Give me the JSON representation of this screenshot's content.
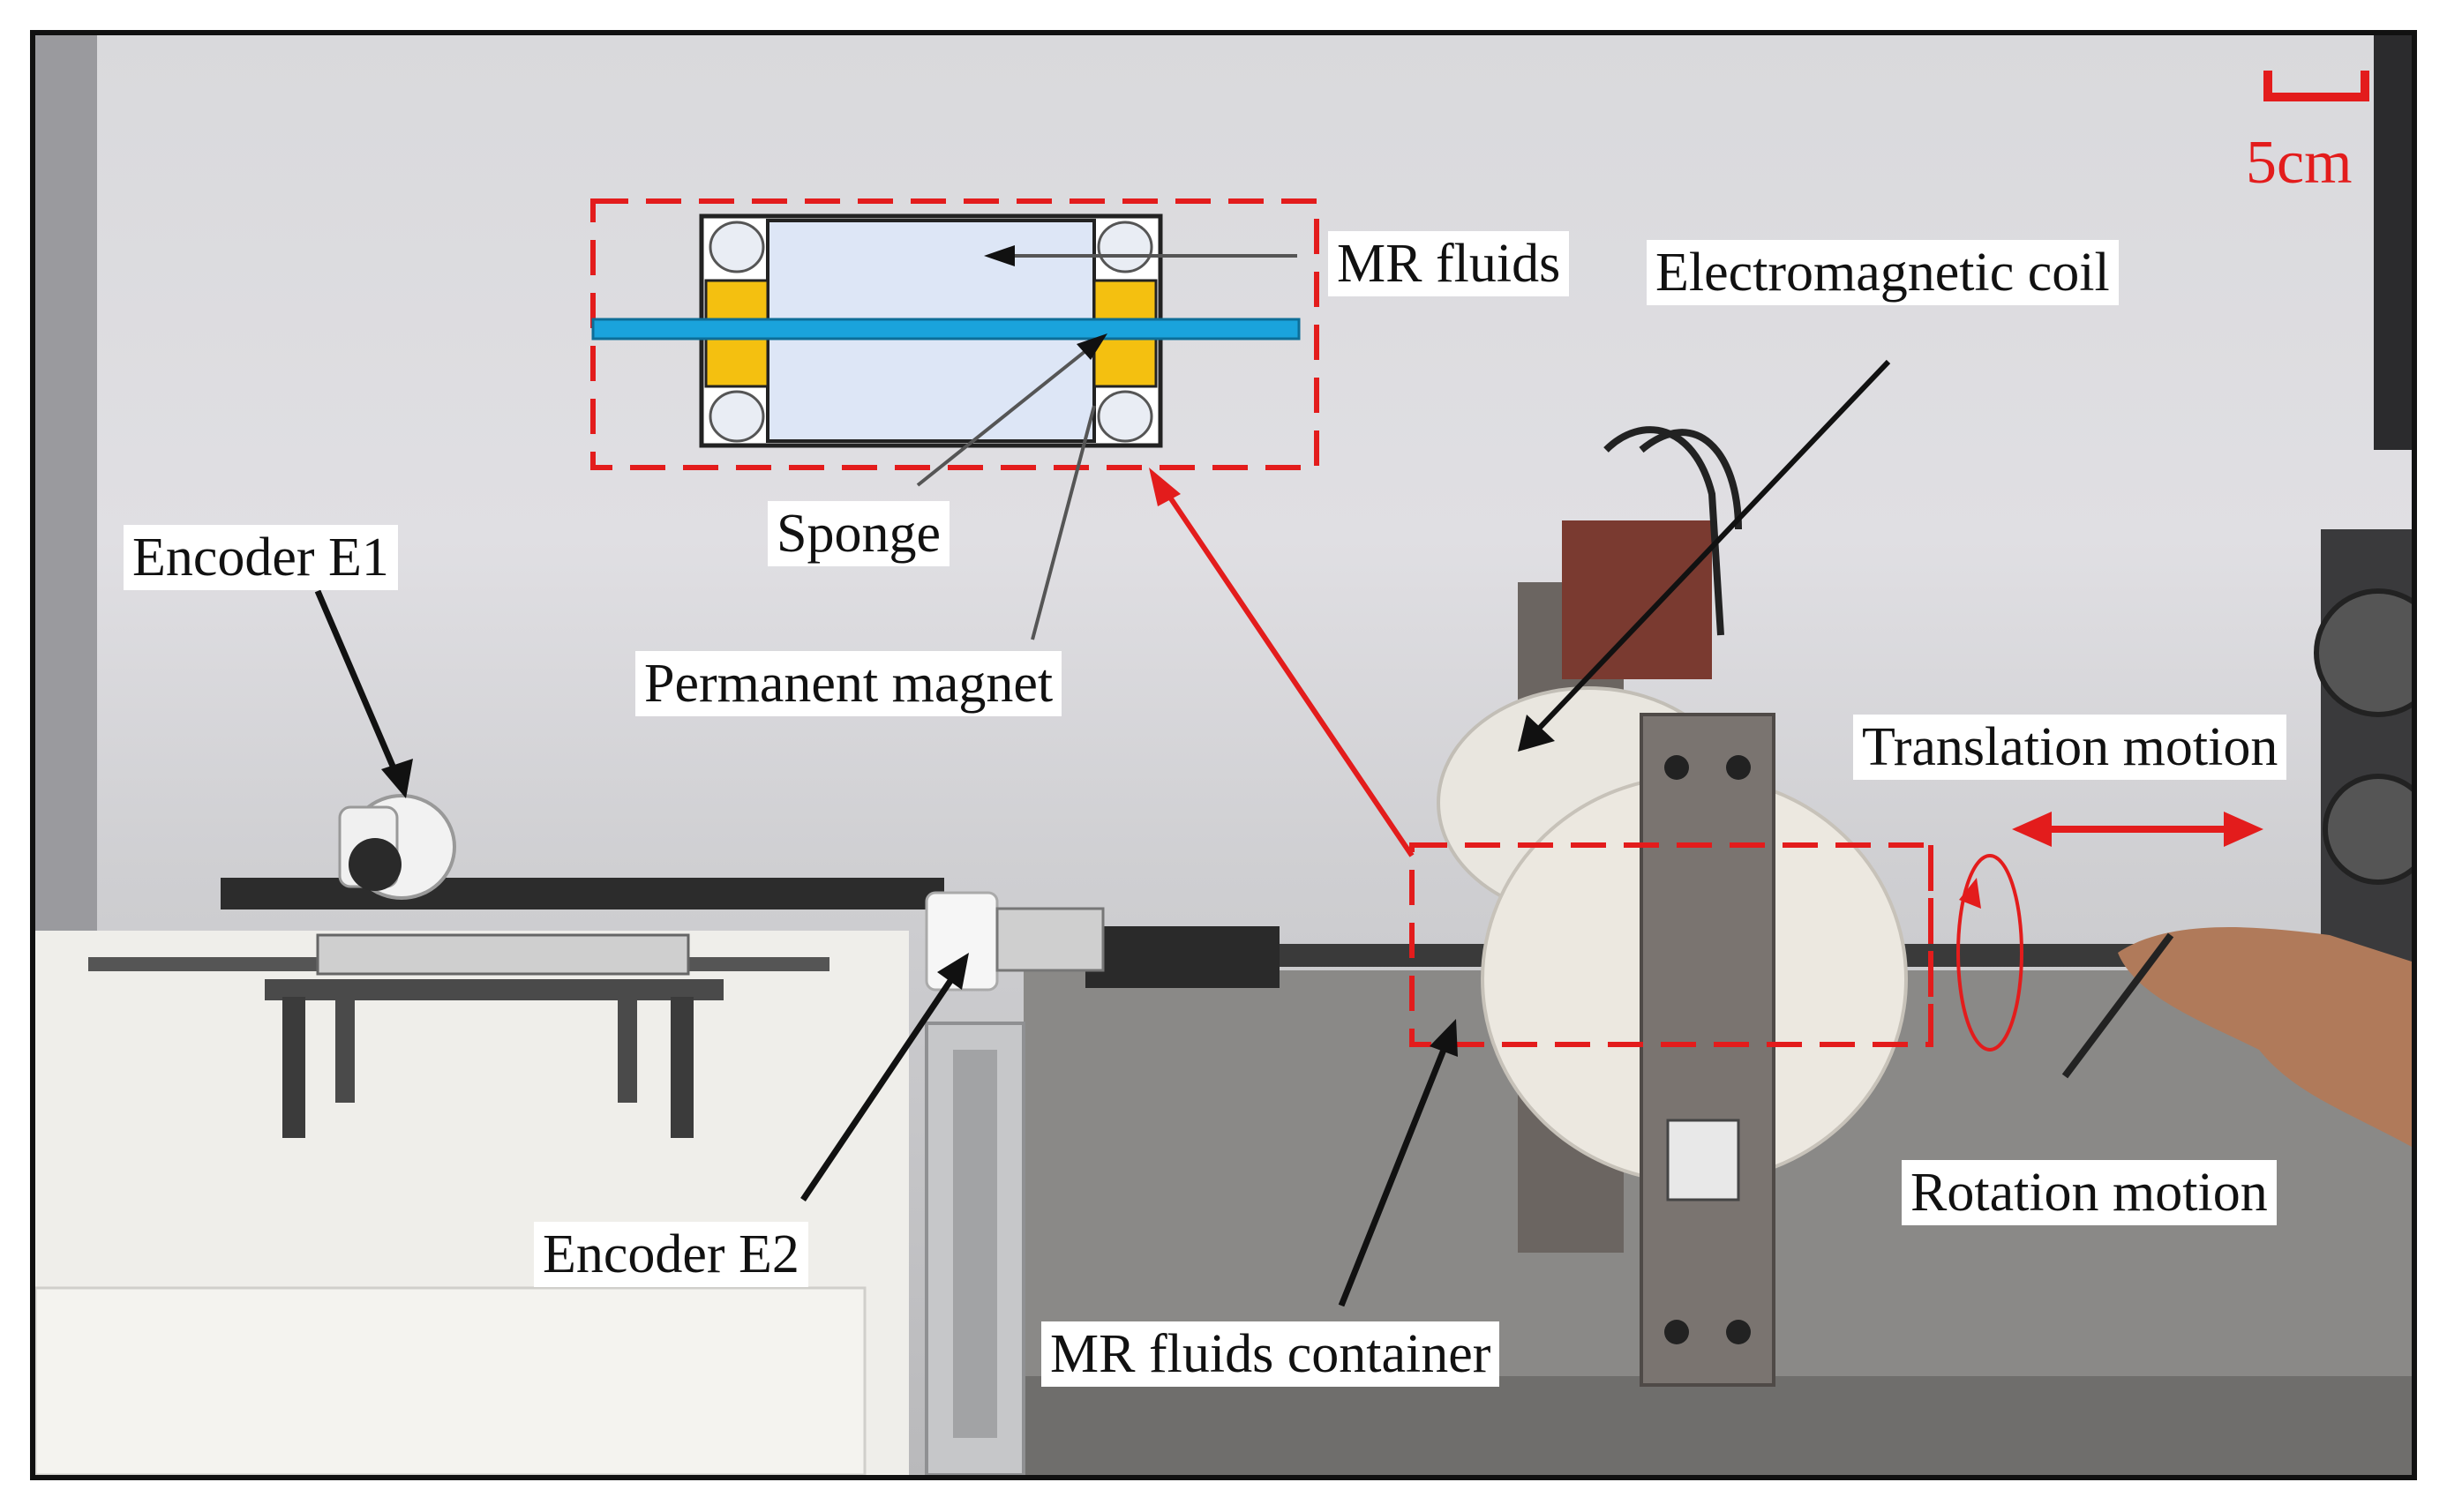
{
  "figure": {
    "scale_bar": {
      "label": "5cm",
      "color": "#e31c1c"
    },
    "labels": {
      "mr_fluids": "MR fluids",
      "electromagnetic_coil": "Electromagnetic coil",
      "sponge": "Sponge",
      "encoder_e1": "Encoder E1",
      "permanent_magnet": "Permanent magnet",
      "translation_motion": "Translation motion",
      "rotation_motion": "Rotation motion",
      "encoder_e2": "Encoder E2",
      "mr_fluids_container": "MR fluids container"
    },
    "colors": {
      "highlight": "#e31c1c",
      "shaft": "#1aa3dc",
      "magnet": "#f4c010",
      "fluid": "#dde6f6"
    }
  }
}
